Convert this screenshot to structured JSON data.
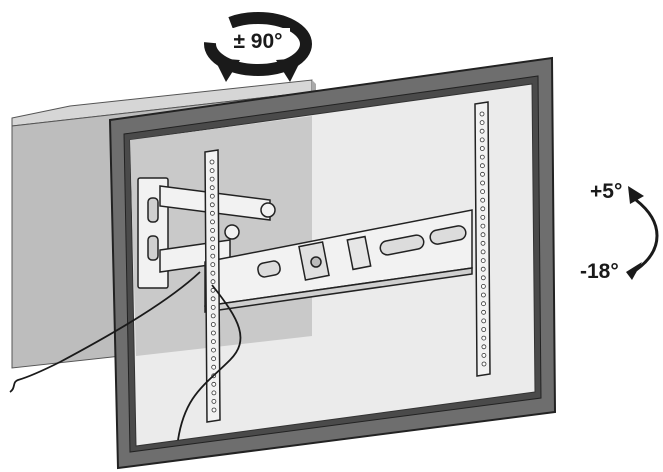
{
  "labels": {
    "swivel": "± 90°",
    "tilt_up": "+5°",
    "tilt_down": "-18°"
  },
  "colors": {
    "wall": "#bdbdbd",
    "wall_edge": "#a9a9a9",
    "wall_top": "#cfcfcf",
    "tv_frame": "#6e6e6e",
    "tv_screen": "#ebebeb",
    "bracket": "#f2f2f2",
    "outline": "#222222"
  },
  "icons": [
    "rotate-arrows-icon",
    "tilt-arrow-icon"
  ]
}
